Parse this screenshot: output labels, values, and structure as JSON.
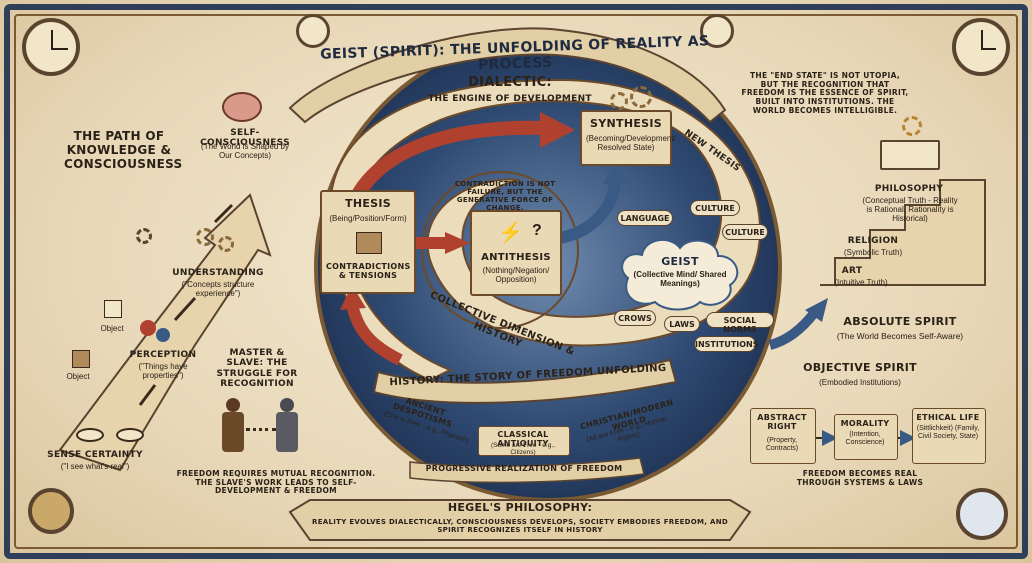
{
  "title": "GEIST (SPIRIT): THE UNFOLDING OF REALITY AS PROCESS",
  "dialectic": {
    "title": "DIALECTIC:",
    "subtitle": "THE ENGINE OF DEVELOPMENT",
    "thesis": {
      "title": "THESIS",
      "sub": "(Being/Position/Form)",
      "tensions": "CONTRADICTIONS & TENSIONS"
    },
    "antithesis": {
      "title": "ANTITHESIS",
      "sub": "(Nothing/Negation/ Opposition)"
    },
    "synthesis": {
      "title": "SYNTHESIS",
      "sub": "(Becoming/Development/ Resolved State)"
    },
    "contradiction_note": "CONTRADICTION IS NOT FAILURE, BUT THE GENERATIVE FORCE OF CHANGE.",
    "new_thesis": "NEW THESIS",
    "collective": "COLLECTIVE DIMENSION & HISTORY"
  },
  "geist": {
    "title": "GEIST",
    "sub": "(Collective Mind/ Shared Meanings)",
    "items": [
      "LANGUAGE",
      "CULTURE",
      "CULTURE",
      "CROWS",
      "LAWS",
      "SOCIAL NORMS",
      "INSTITUTIONS"
    ]
  },
  "knowledge": {
    "title": "THE PATH OF KNOWLEDGE & CONSCIOUSNESS",
    "self_consciousness": {
      "title": "SELF-CONSCIOUSNESS",
      "sub": "(The World is Shaped by Our Concepts)"
    },
    "understanding": {
      "title": "UNDERSTANDING",
      "sub": "(\"Concepts structure experience\")"
    },
    "perception": {
      "title": "PERCEPTION",
      "sub": "(\"Things have properties\")"
    },
    "sense_certainty": {
      "title": "SENSE CERTAINTY",
      "sub": "(\"I see what's real\")"
    },
    "object1": "Object",
    "object2": "Object"
  },
  "master_slave": {
    "title": "MASTER & SLAVE: THE STRUGGLE FOR RECOGNITION",
    "note": "FREEDOM REQUIRES MUTUAL RECOGNITION. THE SLAVE'S WORK LEADS TO SELF-DEVELOPMENT & FREEDOM"
  },
  "history": {
    "title": "HISTORY: THE STORY OF FREEDOM UNFOLDING",
    "stage1": {
      "title": "ANCIENT DESPOTISMS",
      "sub": "(One is Free - e.g., Pharaoh)"
    },
    "stage2": {
      "title": "CLASSICAL ANTIQUITY",
      "sub": "(Some are Free - e.g., Citizens)"
    },
    "stage3": {
      "title": "CHRISTIAN/MODERN WORLD",
      "sub": "(All are Free - e.g., Human Rights)"
    },
    "progress": "PROGRESSIVE REALIZATION OF FREEDOM"
  },
  "end_state": "THE \"END STATE\" IS NOT UTOPIA, BUT THE RECOGNITION THAT FREEDOM IS THE ESSENCE OF SPIRIT, BUILT INTO INSTITUTIONS. THE WORLD BECOMES INTELLIGIBLE.",
  "absolute": {
    "philosophy": {
      "title": "PHILOSOPHY",
      "sub": "(Conceptual Truth - Reality is Rational, Rationality is Historical)"
    },
    "religion": {
      "title": "RELIGION",
      "sub": "(Symbolic Truth)"
    },
    "art": {
      "title": "ART",
      "sub": "(Intuitive Truth)"
    },
    "title": "ABSOLUTE SPIRIT",
    "sub": "(The World Becomes Self-Aware)"
  },
  "objective": {
    "title": "OBJECTIVE SPIRIT",
    "sub": "(Embodied Institutions)",
    "abstract_right": {
      "title": "ABSTRACT RIGHT",
      "sub": "(Property, Contracts)"
    },
    "morality": {
      "title": "MORALITY",
      "sub": "(Intention, Conscience)"
    },
    "ethical_life": {
      "title": "ETHICAL LIFE",
      "sub": "(Sittlichkeit) (Family, Civil Society, State)"
    },
    "note": "FREEDOM BECOMES REAL THROUGH SYSTEMS & LAWS"
  },
  "footer": {
    "title": "HEGEL'S PHILOSOPHY:",
    "text": "REALITY EVOLVES DIALECTICALLY, CONSCIOUSNESS DEVELOPS, SOCIETY EMBODIES FREEDOM, AND SPIRIT RECOGNIZES ITSELF IN HISTORY"
  },
  "colors": {
    "navy": "#2f3f5a",
    "parchment": "#ead9b5",
    "brown": "#6b4a2a",
    "red": "#b0412e",
    "blue": "#3a5a86",
    "gold": "#b8862e"
  },
  "icons": [
    "clock-icon",
    "brain-icon",
    "gear-icon",
    "eye-icon",
    "book-icon",
    "chain-icon",
    "lightning-icon"
  ]
}
